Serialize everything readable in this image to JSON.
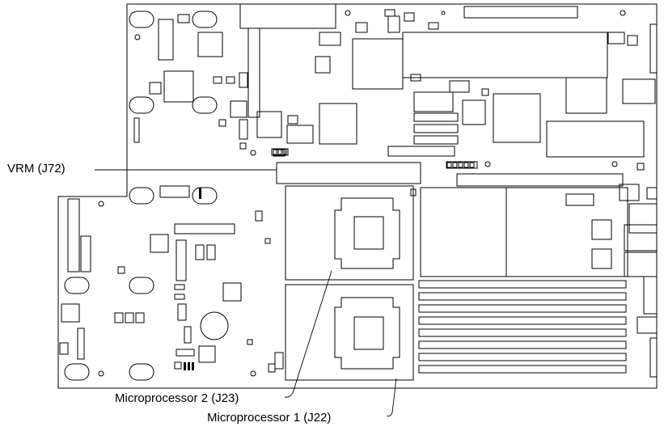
{
  "diagram": {
    "labels": {
      "vrm": "VRM (J72)",
      "microprocessor_2": "Microprocessor 2 (J23)",
      "microprocessor_1": "Microprocessor 1 (J22)"
    }
  }
}
